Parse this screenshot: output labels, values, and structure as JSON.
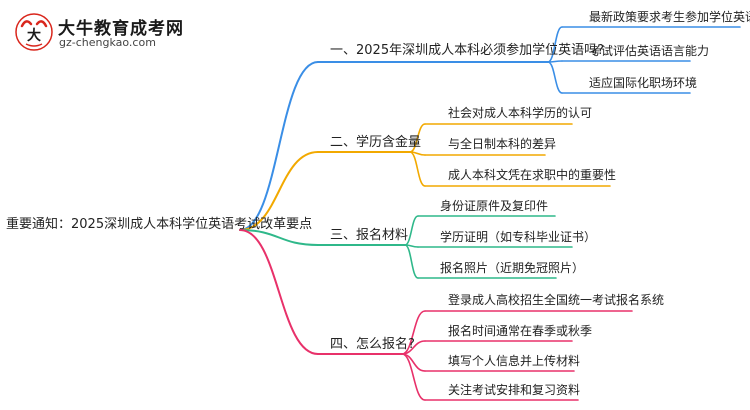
{
  "logo": {
    "title": "大牛教育成考网",
    "url": "gz-chengkao.com"
  },
  "root": "重要通知：2025深圳成人本科学位英语考试改革要点",
  "branches": [
    {
      "label": "一、2025年深圳成人本科必须参加学位英语吗?",
      "color": "#3a8ee6",
      "leaves": [
        "最新政策要求考生参加学位英语考试",
        "考试评估英语语言能力",
        "适应国际化职场环境"
      ]
    },
    {
      "label": "二、学历含金量",
      "color": "#f2a900",
      "leaves": [
        "社会对成人本科学历的认可",
        "与全日制本科的差异",
        "成人本科文凭在求职中的重要性"
      ]
    },
    {
      "label": "三、报名材料",
      "color": "#2fb88a",
      "leaves": [
        "身份证原件及复印件",
        "学历证明（如专科毕业证书）",
        "报名照片（近期免冠照片）"
      ]
    },
    {
      "label": "四、怎么报名?",
      "color": "#e8316a",
      "leaves": [
        "登录成人高校招生全国统一考试报名系统",
        "报名时间通常在春季或秋季",
        "填写个人信息并上传材料",
        "关注考试安排和复习资料"
      ]
    }
  ]
}
